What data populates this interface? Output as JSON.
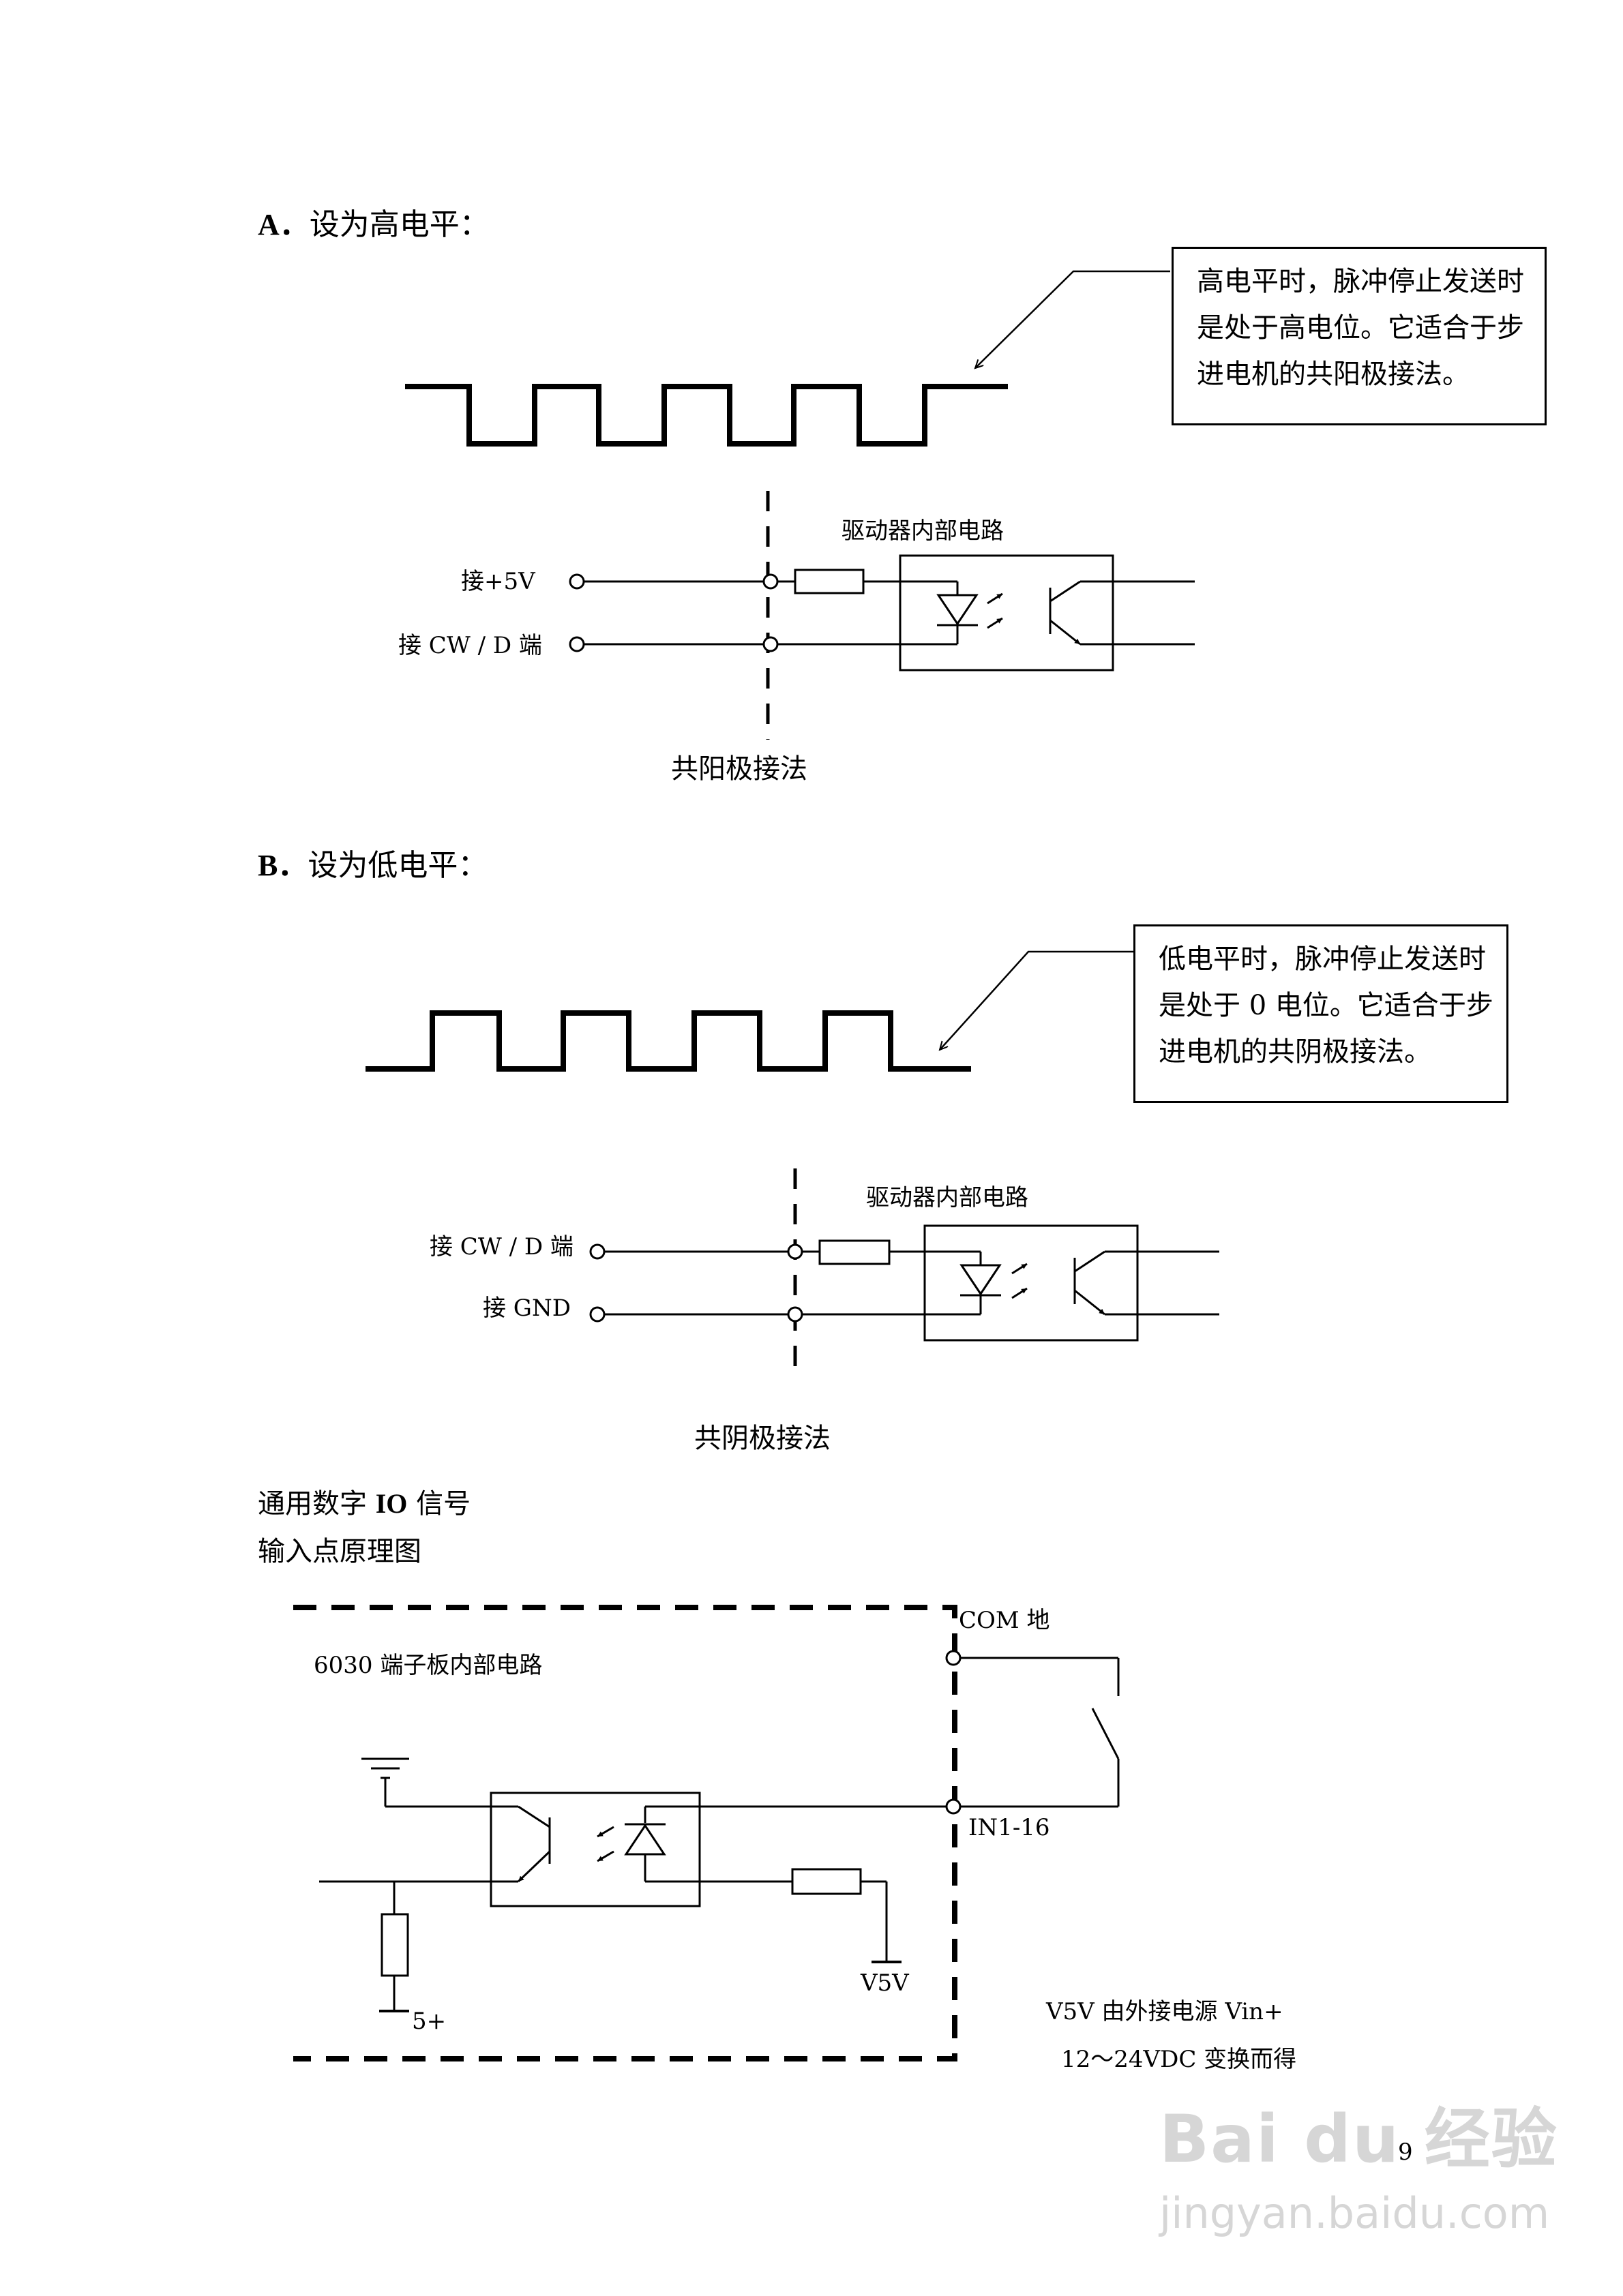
{
  "section_a": {
    "letter": "A．",
    "title": "设为高电平：",
    "note_lines": [
      "高电平时，脉冲停止发送时",
      "是处于高电位。它适合于步",
      "进电机的共阳极接法。"
    ],
    "internal_label": "驱动器内部电路",
    "terminal_1": "接+5V",
    "terminal_2": "接 CW / D 端",
    "caption": "共阳极接法"
  },
  "section_b": {
    "letter": "B．",
    "title": "设为低电平：",
    "note_lines": [
      "低电平时，脉冲停止发送时",
      "是处于 0 电位。它适合于步",
      "进电机的共阴极接法。"
    ],
    "internal_label": "驱动器内部电路",
    "terminal_1": "接 CW / D 端",
    "terminal_2": "接 GND",
    "caption": "共阴极接法"
  },
  "io_section": {
    "line1_pre": "通用数字 ",
    "line1_bold": "IO",
    "line1_post": " 信号",
    "line2": "输入点原理图",
    "board_label": "6030 端子板内部电路",
    "com_label": "COM 地",
    "in_label": "IN1-16",
    "v5v_label": "V5V",
    "plus5_label": "5+",
    "note_line1": "V5V  由外接电源 Vin+",
    "note_line2": "12～24VDC 变换而得"
  },
  "page_number": "9",
  "watermark": {
    "logo": "Bai du 经验",
    "url": "jingyan.baidu.com"
  }
}
